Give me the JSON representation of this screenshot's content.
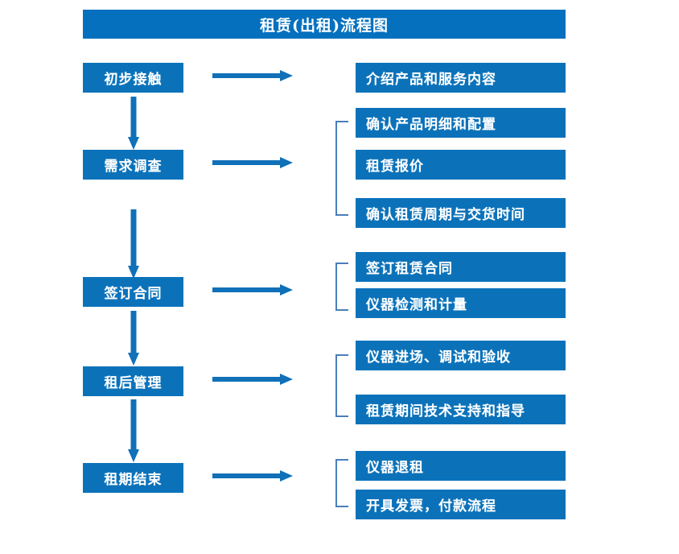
{
  "diagram": {
    "title": "租赁(出租)流程图",
    "colors": {
      "title_bar": "#0570BE",
      "box_fill": "#0B72BA",
      "box_text": "#FFFFFF",
      "arrow": "#1070B8",
      "bracket": "#4A7EBB",
      "background": "#FFFFFF"
    },
    "stages": [
      {
        "label": "初步接触"
      },
      {
        "label": "需求调查"
      },
      {
        "label": "签订合同"
      },
      {
        "label": "租后管理"
      },
      {
        "label": "租期结束"
      }
    ],
    "details": [
      {
        "label": "介绍产品和服务内容"
      },
      {
        "label": "确认产品明细和配置"
      },
      {
        "label": "租赁报价"
      },
      {
        "label": "确认租赁周期与交货时间"
      },
      {
        "label": "签订租赁合同"
      },
      {
        "label": "仪器检测和计量"
      },
      {
        "label": "仪器进场、调试和验收"
      },
      {
        "label": "租赁期间技术支持和指导"
      },
      {
        "label": "仪器退租"
      },
      {
        "label": "开具发票，付款流程"
      }
    ],
    "groups": [
      {
        "name": "needs-survey-group",
        "members": [
          "确认产品明细和配置",
          "租赁报价",
          "确认租赁周期与交货时间"
        ]
      },
      {
        "name": "contract-group",
        "members": [
          "签订租赁合同",
          "仪器检测和计量"
        ]
      },
      {
        "name": "post-rental-group",
        "members": [
          "仪器进场、调试和验收",
          "租赁期间技术支持和指导"
        ]
      },
      {
        "name": "rental-end-group",
        "members": [
          "仪器退租",
          "开具发票，付款流程"
        ]
      }
    ],
    "icons": {
      "flow_arrow_right": "right-arrow-icon",
      "flow_arrow_down": "down-arrow-icon",
      "group_bracket": "bracket-icon"
    }
  }
}
